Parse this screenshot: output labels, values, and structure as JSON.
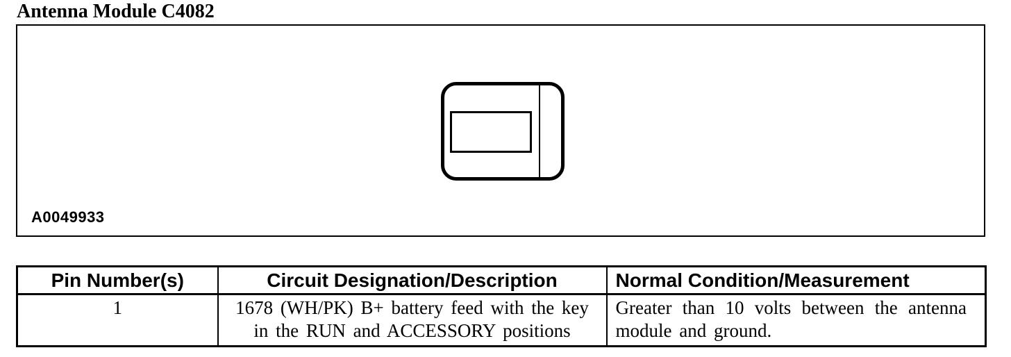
{
  "page": {
    "title": "Antenna Module C4082"
  },
  "figure": {
    "id_label": "A0049933"
  },
  "table": {
    "headers": [
      "Pin Number(s)",
      "Circuit Designation/Description",
      "Normal Condition/Measurement"
    ],
    "rows": [
      [
        "1",
        "1678 (WH/PK) B+ battery feed with the key in the RUN and ACCESSORY positions",
        "Greater than 10 volts between the antenna module and ground."
      ]
    ]
  }
}
